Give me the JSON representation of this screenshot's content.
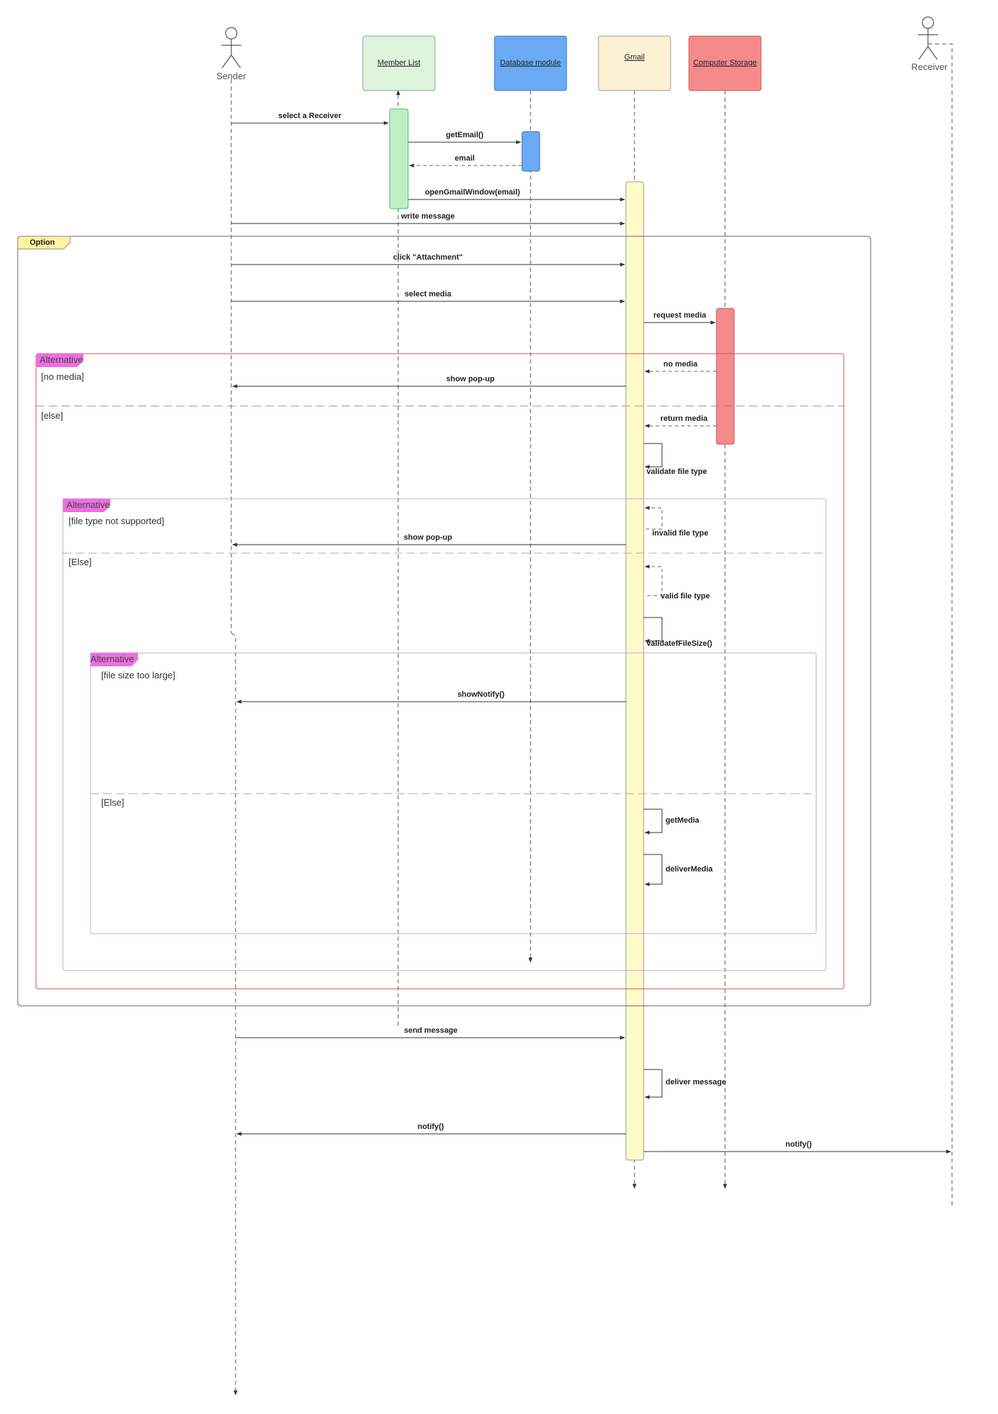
{
  "actors": {
    "sender": "Sender",
    "receiver": "Receiver"
  },
  "participants": {
    "member_list": {
      "label": "Member List",
      "color": "#dcf5dc"
    },
    "database": {
      "label": "Database module",
      "color": "#6aaaf5"
    },
    "gmail": {
      "label": "Gmail",
      "color": "#fdf1d4"
    },
    "storage": {
      "label": "Computer Storage",
      "color": "#f58a8a"
    }
  },
  "activation_colors": {
    "member_list": "#bdf0c4",
    "database": "#6aaaf5",
    "gmail": "#fffbc9",
    "storage": "#f58a8a"
  },
  "frames": {
    "option": {
      "label": "Option",
      "color": "#fdf3a0"
    },
    "alt1": {
      "label": "Alternative",
      "guard_1": "[no media]",
      "guard_2": "[else]",
      "color": "#ec6fdf"
    },
    "alt2": {
      "label": "Alternative",
      "guard_1": "[file type not supported]",
      "guard_2": "[Else]",
      "color": "#ec6fdf"
    },
    "alt3": {
      "label": "Alternative",
      "guard_1": "[file size too large]",
      "guard_2": "[Else]",
      "color": "#ec6fdf"
    }
  },
  "messages": {
    "select_receiver": "select a Receiver",
    "get_email": "getEmail()",
    "email": "email",
    "open_gmail": "openGmailWindow(email)",
    "write_message": "write message",
    "click_attachment": "click \"Attachment\"",
    "select_media": "select media",
    "request_media": "request media",
    "no_media": "no media",
    "show_popup_1": "show pop-up",
    "return_media": "return media",
    "validate_file_type": "validate file type",
    "invalid_file_type": "invalid file type",
    "show_popup_2": "show pop-up",
    "valid_file_type": "valid file type",
    "validate_file_size": "validatefFileSize()",
    "show_notify": "showNotify()",
    "get_media": "getMedia",
    "deliver_media": "deliverMedia",
    "send_message": "send message",
    "deliver_message": "deliver message",
    "notify_sender": "notify()",
    "notify_receiver": "notify()"
  }
}
